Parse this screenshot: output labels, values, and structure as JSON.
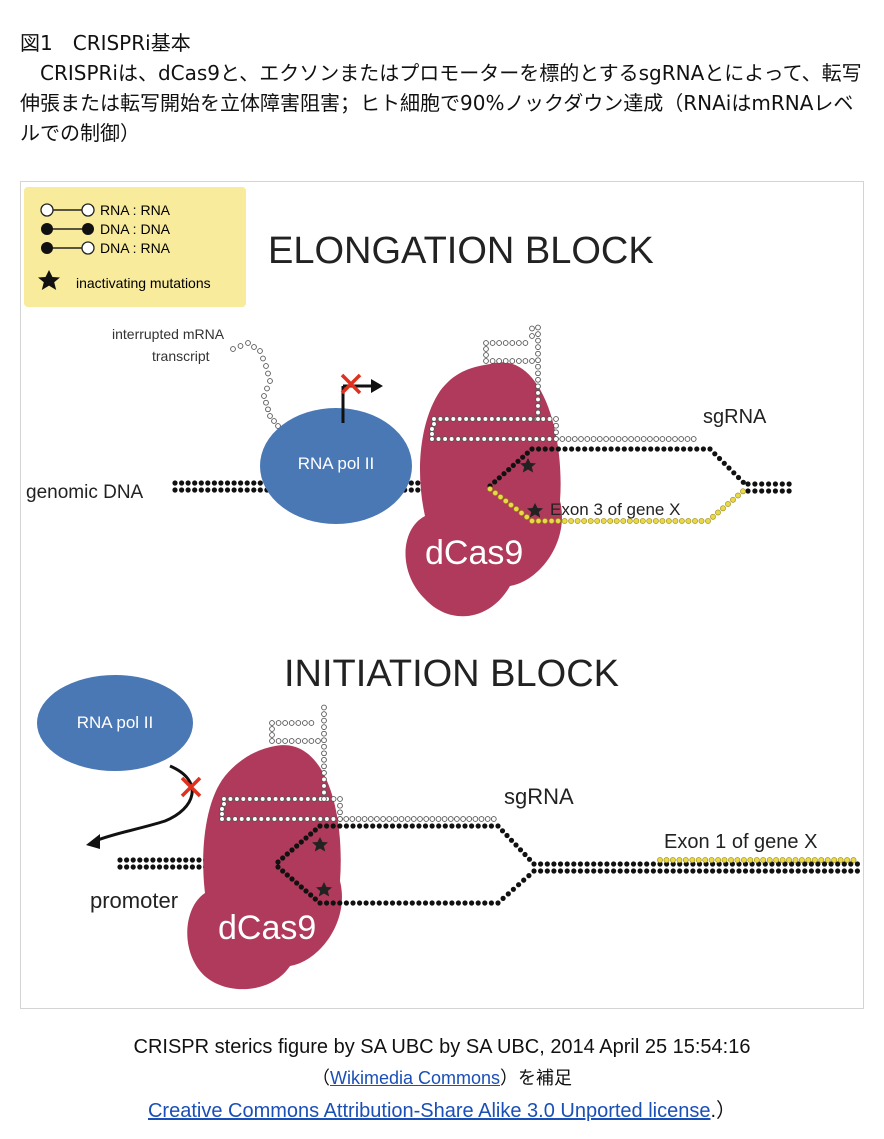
{
  "header": {
    "title": "図1　CRISPRi基本",
    "paragraph": "CRISPRiは、dCas9と、エクソンまたはプロモーターを標的とするsgRNAとによって、転写伸張または転写開始を立体障害阻害；ヒト細胞で90%ノックダウン達成（RNAiはmRNAレベルでの制御）"
  },
  "figure": {
    "legend": {
      "rna_rna": "RNA : RNA",
      "dna_dna": "DNA : DNA",
      "dna_rna": "DNA : RNA",
      "mutations": "inactivating mutations"
    },
    "top": {
      "title": "ELONGATION BLOCK",
      "mrna_label_1": "interrupted mRNA",
      "mrna_label_2": "transcript",
      "sgrna": "sgRNA",
      "genomic_dna": "genomic DNA",
      "rna_pol": "RNA pol II",
      "exon": "Exon 3 of gene X",
      "dcas9": "dCas9"
    },
    "bottom": {
      "title": "INITIATION BLOCK",
      "rna_pol": "RNA pol II",
      "sgrna": "sgRNA",
      "exon": "Exon 1 of gene X",
      "promoter": "promoter",
      "dcas9": "dCas9"
    },
    "colors": {
      "dcas9": "#b03a5b",
      "pol": "#4a78b5",
      "legend_bg": "#f8eb9c",
      "exon": "#e8d84a",
      "cross": "#e0301e"
    }
  },
  "caption": {
    "line1": "CRISPR sterics figure by SA UBC by SA UBC,  2014 April 25 15:54:16",
    "line2_open": "（",
    "line2_link": "Wikimedia Commons",
    "line2_rest": "）を補足",
    "line3_link": "Creative Commons Attribution-Share Alike 3.0 Unported license",
    "line3_rest": ".）"
  }
}
